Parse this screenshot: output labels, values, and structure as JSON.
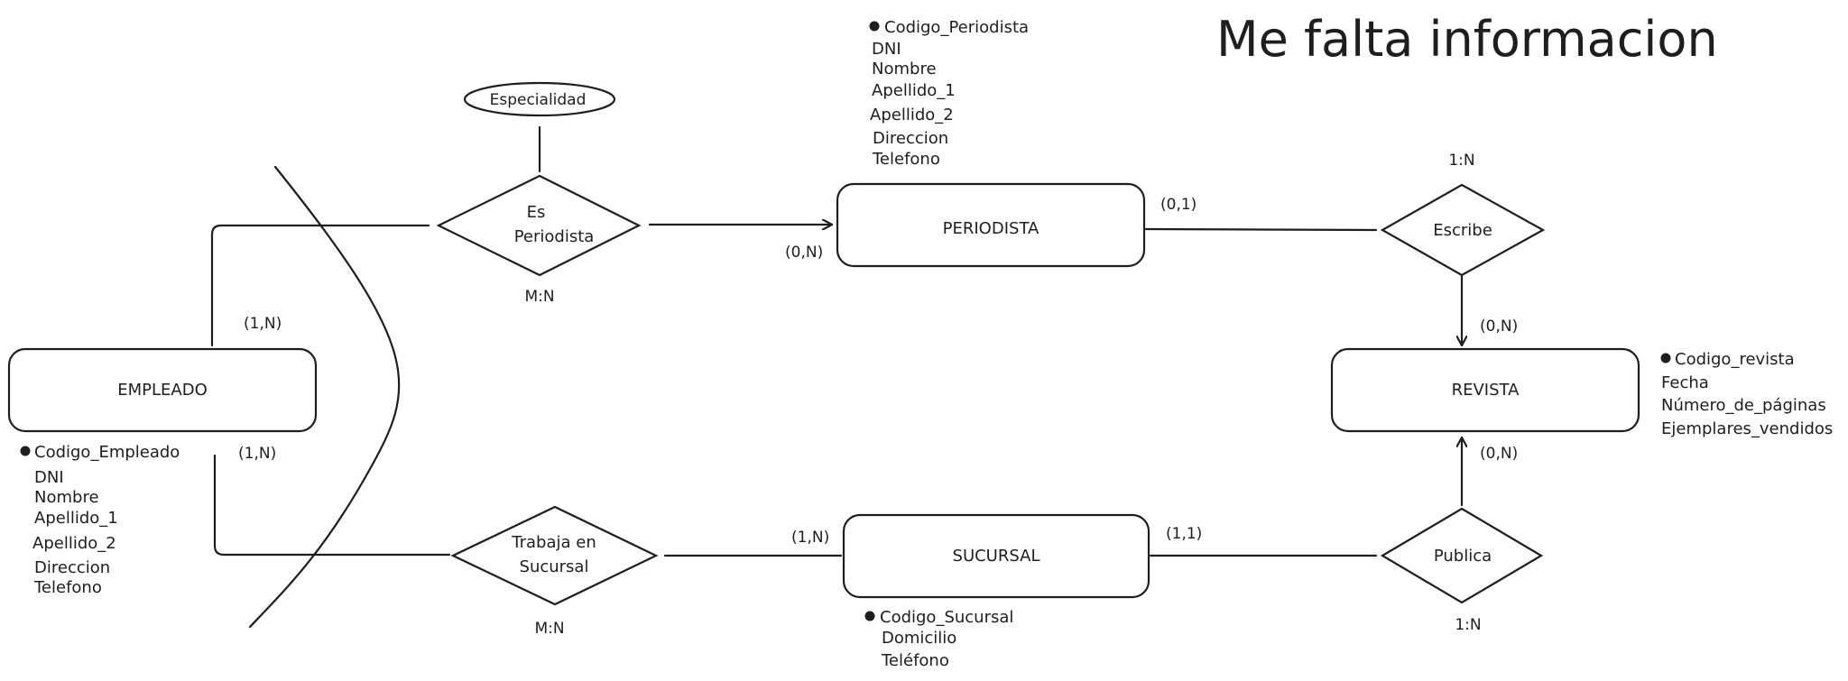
{
  "title": "Me falta informacion",
  "entities": {
    "periodista": "PERIODISTA",
    "empleado": "EMPLEADO",
    "revista": "REVISTA",
    "sucursal": "SUCURSAL"
  },
  "relationships": {
    "es_periodista": [
      "Es",
      "Periodista"
    ],
    "escribe": "Escribe",
    "trabaja": [
      "Trabaja en",
      "Sucursal"
    ],
    "publica": "Publica"
  },
  "attribute_ellipse": "Especialidad",
  "cardinalities": {
    "es_periodista_ratio": "M:N",
    "escribe_ratio": "1:N",
    "trabaja_ratio": "M:N",
    "publica_ratio": "1:N",
    "periodista_left": "(0,N)",
    "periodista_right": "(0,1)",
    "empleado_top": "(1,N)",
    "empleado_bottom": "(1,N)",
    "revista_top": "(0,N)",
    "revista_bottom": "(0,N)",
    "sucursal_left": "(1,N)",
    "sucursal_right": "(1,1)"
  },
  "attributes": {
    "periodista": [
      "Codigo_Periodista",
      "DNI",
      "Nombre",
      "Apellido_1",
      "Apellido_2",
      "Direccion",
      "Telefono"
    ],
    "empleado": [
      "Codigo_Empleado",
      "DNI",
      "Nombre",
      "Apellido_1",
      "Apellido_2",
      "Direccion",
      "Telefono"
    ],
    "revista": [
      "Codigo_revista",
      "Fecha",
      "Número_de_páginas",
      "Ejemplares_vendidos"
    ],
    "sucursal": [
      "Codigo_Sucursal",
      "Domicilio",
      "Teléfono"
    ]
  }
}
